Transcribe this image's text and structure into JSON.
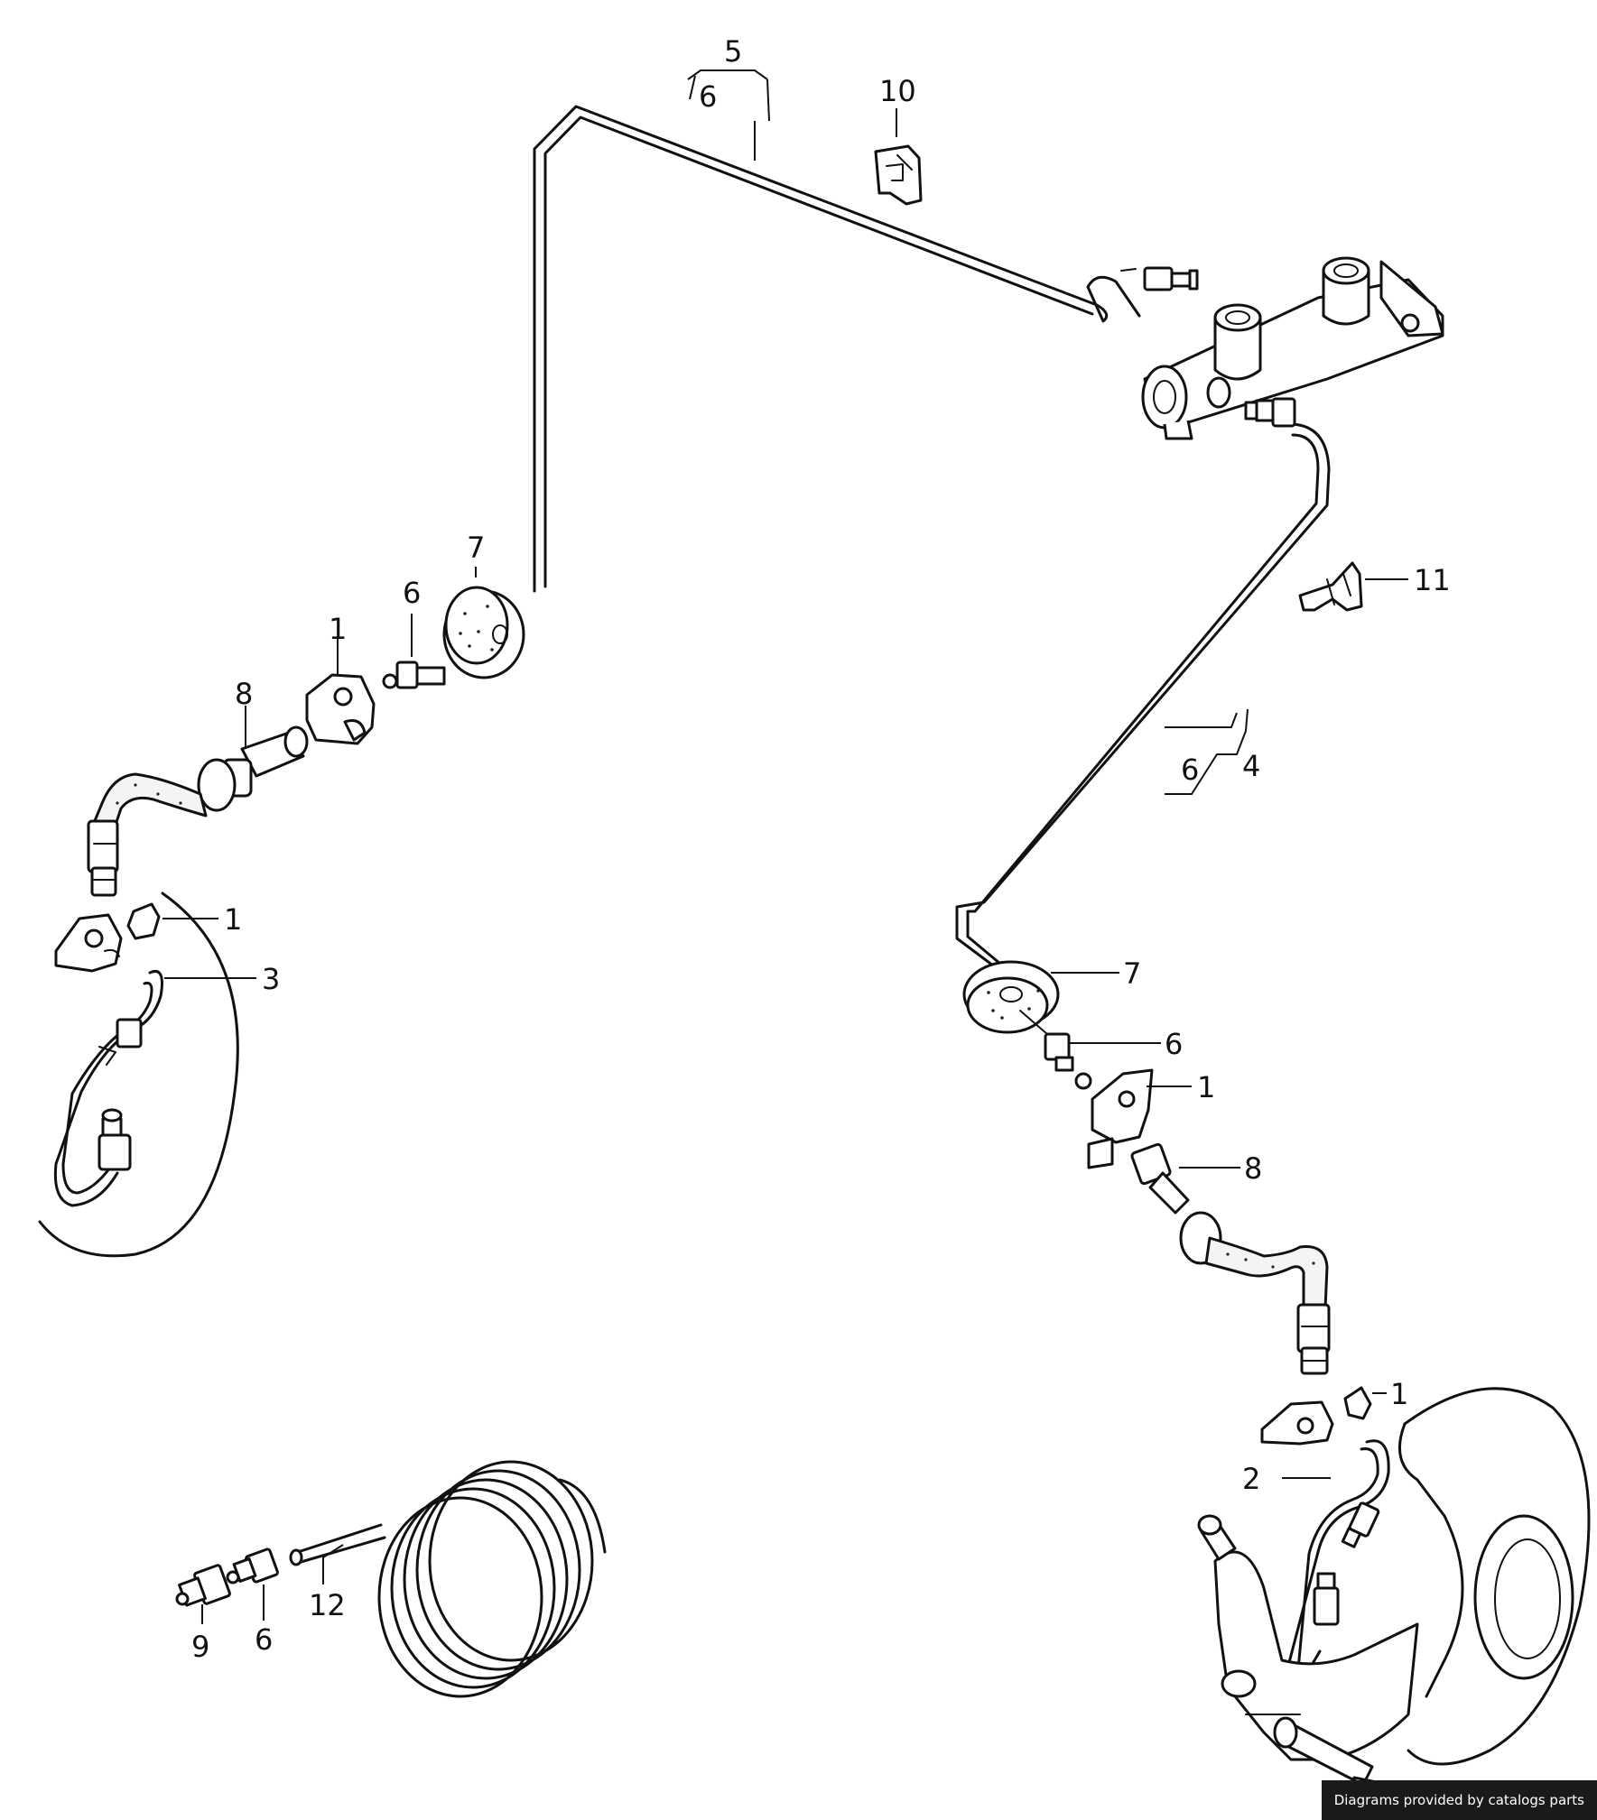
{
  "diagram": {
    "callouts": {
      "c5_top": "5",
      "c6_under5": "6",
      "c10": "10",
      "c7_left": "7",
      "c6_left": "6",
      "c1_left_upper": "1",
      "c8_left": "8",
      "c1_left_lower": "1",
      "c3": "3",
      "c11": "11",
      "c6_right_bracket": "6",
      "c4": "4",
      "c7_right": "7",
      "c6_right": "6",
      "c1_right_mid": "1",
      "c8_right": "8",
      "c1_right_lower": "1",
      "c2": "2",
      "c12": "12",
      "c9": "9",
      "c6_bottom": "6"
    }
  },
  "footer": {
    "credit": "Diagrams provided by catalogs parts"
  }
}
